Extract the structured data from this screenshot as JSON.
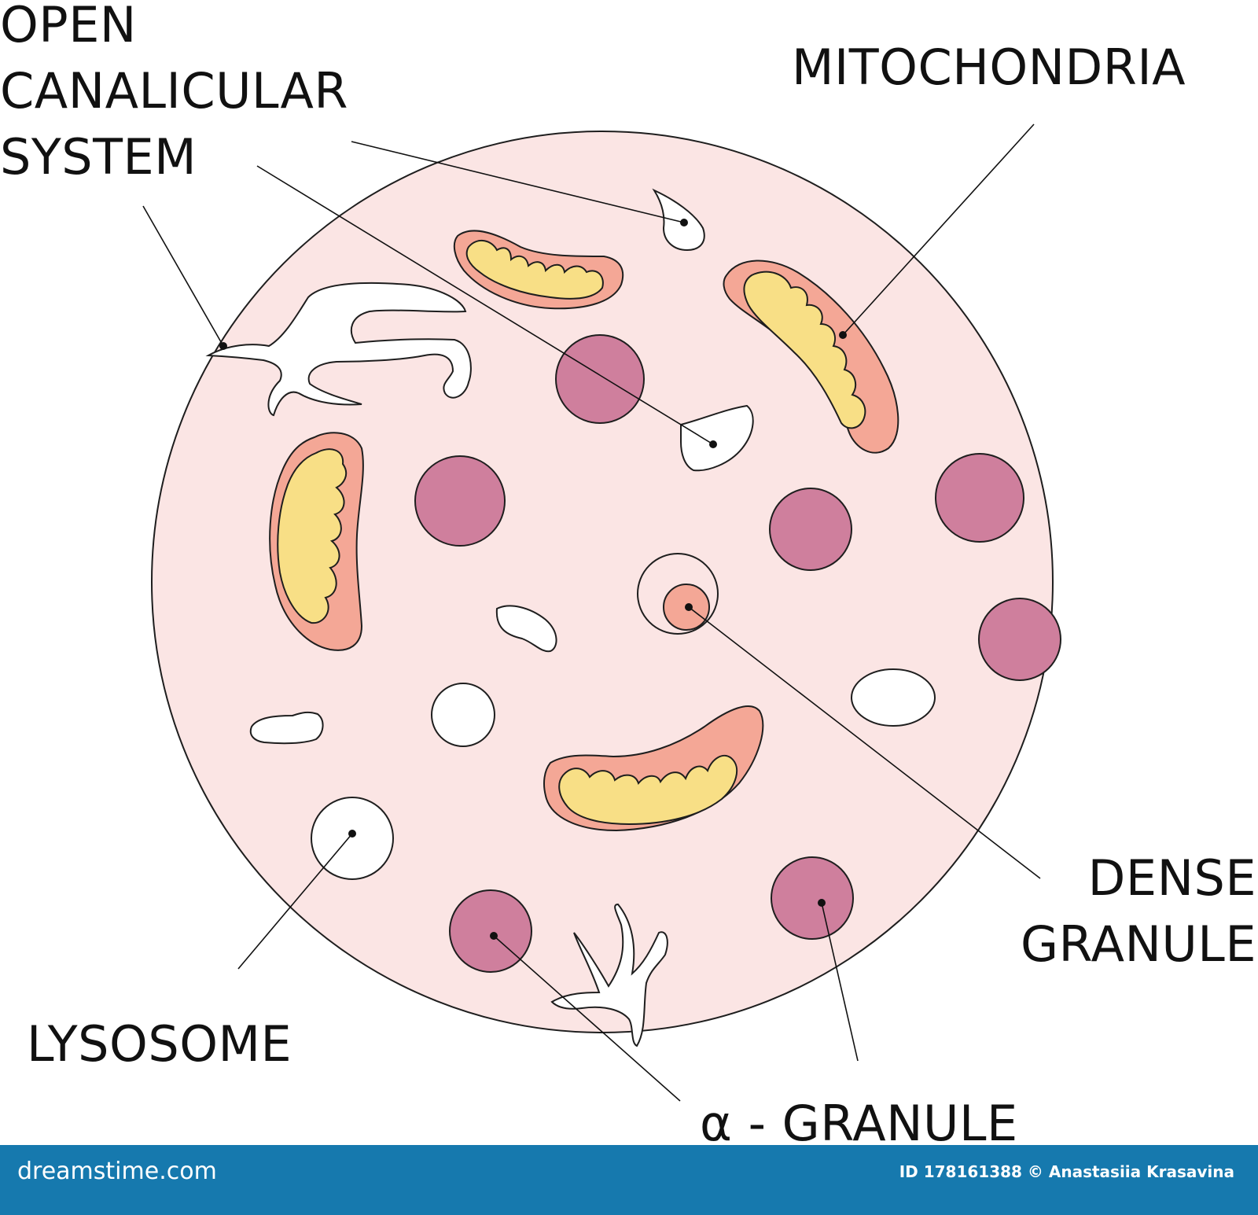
{
  "labels": {
    "ocs": [
      "OPEN",
      "CANALICULAR",
      "SYSTEM"
    ],
    "mitochondria": "MITOCHONDRIA",
    "dense_granule": [
      "DENSE",
      "GRANULE"
    ],
    "lysosome": "LYSOSOME",
    "alpha_granule": "α - GRANULE"
  },
  "footer": {
    "brand": "dreamstime.com",
    "credit": "ID 178161388 © Anastasiia Krasavina"
  },
  "colors": {
    "cell_fill": "#fbe5e4",
    "outline": "#1e1e1e",
    "mito_outer": "#f4a796",
    "mito_inner": "#f8df86",
    "alpha_granule": "#cf7f9d",
    "dense_core": "#f4a796",
    "vacuole": "#ffffff",
    "footer_bar": "#1679ae"
  }
}
